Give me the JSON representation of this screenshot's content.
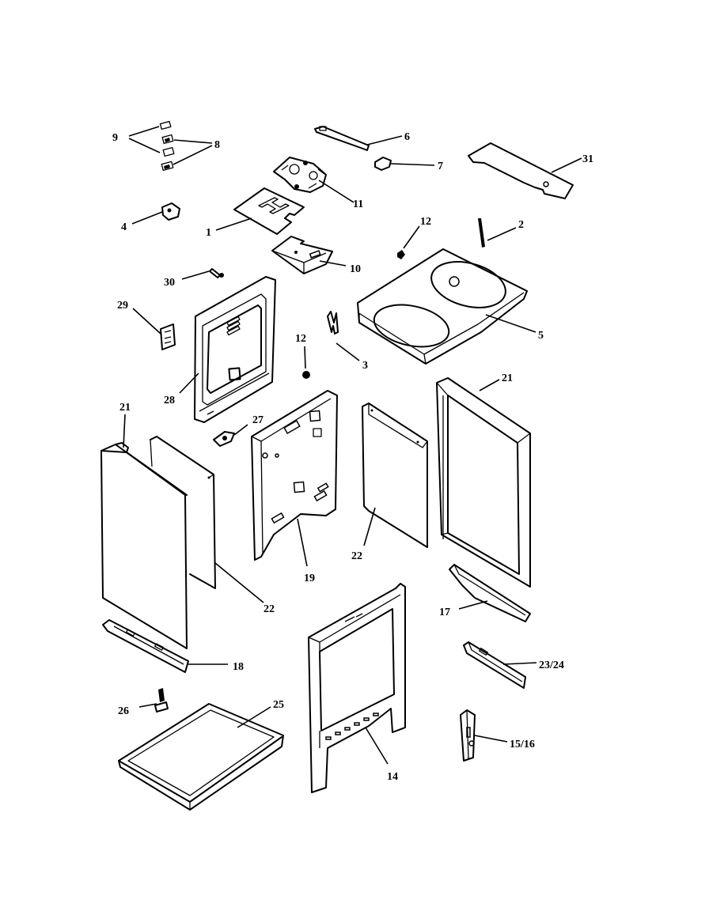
{
  "labels": {
    "p1": "1",
    "p2": "2",
    "p3": "3",
    "p4": "4",
    "p5": "5",
    "p6": "6",
    "p7": "7",
    "p8": "8",
    "p9": "9",
    "p10": "10",
    "p11": "11",
    "p12a": "12",
    "p12b": "12",
    "p14": "14",
    "p15_16": "15/16",
    "p17": "17",
    "p18": "18",
    "p19": "19",
    "p21a": "21",
    "p21b": "21",
    "p22a": "22",
    "p22b": "22",
    "p23_24": "23/24",
    "p25": "25",
    "p26": "26",
    "p27": "27",
    "p28": "28",
    "p29": "29",
    "p30": "30",
    "p31": "31"
  }
}
